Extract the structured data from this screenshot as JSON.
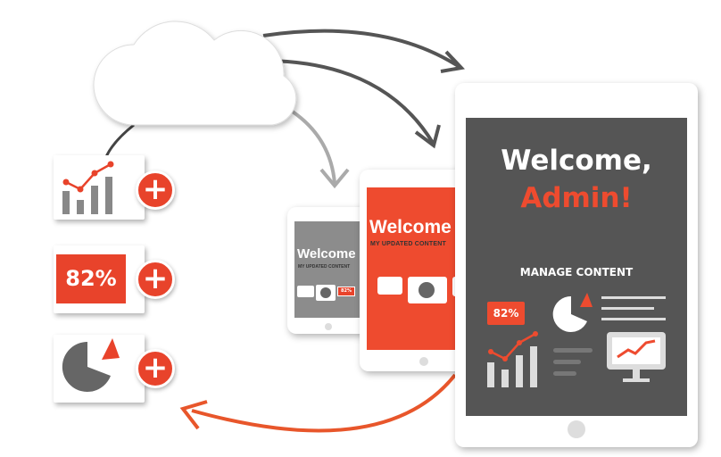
{
  "colors": {
    "accent": "#e8432b",
    "dark": "#555555",
    "gray": "#8c8c8c",
    "arrow_gray": "#555555",
    "arrow_orange": "#e8562b"
  },
  "cards": [
    {
      "icon": "line-bar-chart-icon"
    },
    {
      "label": "82%"
    },
    {
      "icon": "pie-chart-icon"
    }
  ],
  "plus_label": "+",
  "small_tablet": {
    "title": "Welcome",
    "subtitle": "MY UPDATED CONTENT",
    "badge": "82%"
  },
  "mid_tablet": {
    "title": "Welcome",
    "subtitle": "MY UPDATED CONTENT"
  },
  "large_tablet": {
    "title_line1": "Welcome,",
    "title_line2": "Admin!",
    "section": "MANAGE CONTENT",
    "badge": "82%"
  }
}
